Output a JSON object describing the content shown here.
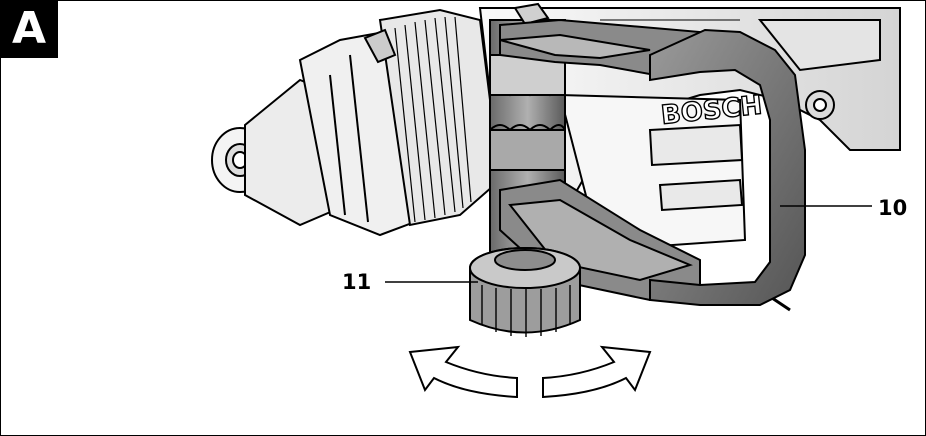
{
  "figure": {
    "label": "A",
    "brand": "BOSCH"
  },
  "callouts": [
    {
      "id": "10",
      "text": "10",
      "target": "handle"
    },
    {
      "id": "11",
      "text": "11",
      "target": "rotation-nut"
    }
  ],
  "colors": {
    "outline": "#000000",
    "handle_gray": "#7a7a7a",
    "handle_dark": "#555555",
    "body_light": "#e6e6e6",
    "background": "#ffffff"
  }
}
